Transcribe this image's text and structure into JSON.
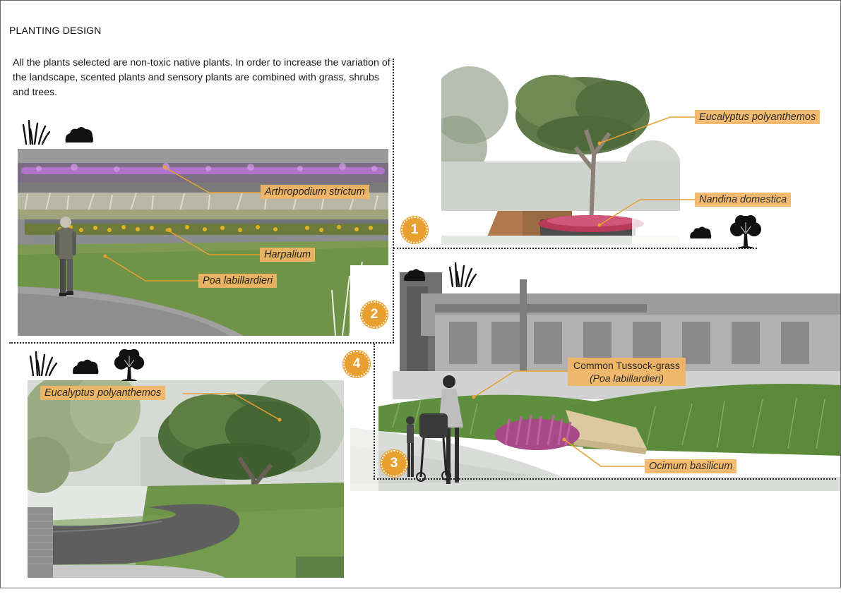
{
  "heading": "PLANTING DESIGN",
  "intro": "All the plants selected are non-toxic native plants. In order to increase the variation of the landscape, scented plants and sensory plants are combined with grass, shrubs and trees.",
  "accent_color": "#e8a030",
  "label_color": "#f2b665",
  "badges": [
    "1",
    "2",
    "3",
    "4"
  ],
  "labels": {
    "arthropodium": "Arthropodium strictum",
    "harpalium": "Harpalium",
    "poa": "Poa labillardieri",
    "eucalyptus_top": "Eucalyptus polyanthemos",
    "nandina": "Nandina domestica",
    "tussock_line1": "Common Tussock-grass",
    "tussock_line2": "(Poa labillardieri)",
    "ocimum": "Ocimum basilicum",
    "eucalyptus_bottom": "Eucalyptus polyanthemos"
  },
  "icons": [
    "grass-icon",
    "shrub-icon",
    "tree-icon"
  ]
}
